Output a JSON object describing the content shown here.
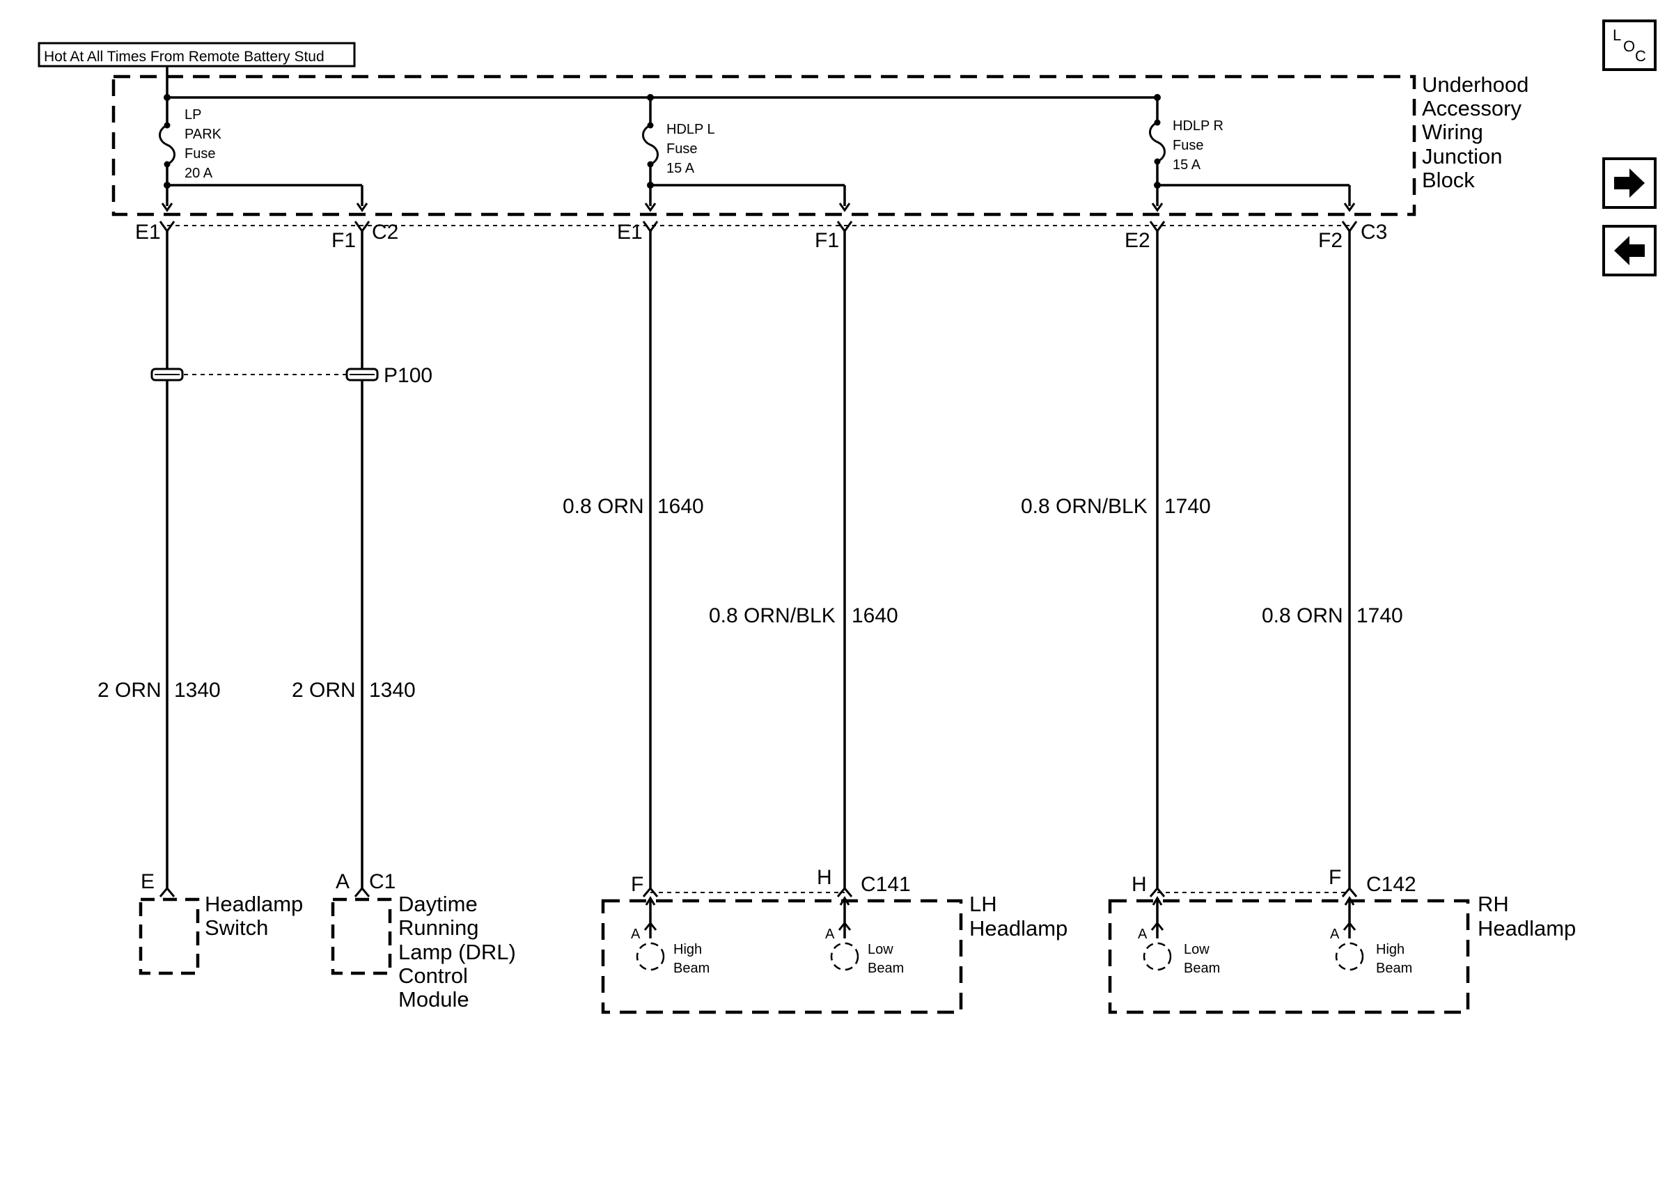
{
  "source_note": "Hot At All Times From Remote Battery Stud",
  "junction_block": {
    "name_lines": [
      "Underhood",
      "Accessory",
      "Wiring",
      "Junction",
      "Block"
    ],
    "fuses": [
      {
        "lines": [
          "LP",
          "PARK",
          "Fuse",
          "20 A"
        ]
      },
      {
        "lines": [
          "HDLP L",
          "Fuse",
          "15 A"
        ]
      },
      {
        "lines": [
          "HDLP R",
          "Fuse",
          "15 A"
        ]
      }
    ],
    "top_pins": {
      "lp_e1": "E1",
      "lp_f1": "F1",
      "c2": "C2",
      "hl_e1": "E1",
      "hl_f1": "F1",
      "hr_e2": "E2",
      "hr_f2": "F2",
      "c3": "C3"
    }
  },
  "splice": {
    "name": "P100"
  },
  "wires": [
    {
      "size_color": "2 ORN",
      "circuit": "1340"
    },
    {
      "size_color": "2 ORN",
      "circuit": "1340"
    },
    {
      "size_color": "0.8 ORN",
      "circuit": "1640"
    },
    {
      "size_color": "0.8 ORN/BLK",
      "circuit": "1640"
    },
    {
      "size_color": "0.8 ORN/BLK",
      "circuit": "1740"
    },
    {
      "size_color": "0.8 ORN",
      "circuit": "1740"
    }
  ],
  "components": {
    "headlamp_switch": {
      "pin": "E",
      "name_lines": [
        "Headlamp",
        "Switch"
      ]
    },
    "drl_module": {
      "pin": "A",
      "connector": "C1",
      "name_lines": [
        "Daytime",
        "Running",
        "Lamp (DRL)",
        "Control",
        "Module"
      ]
    },
    "lh_headlamp": {
      "pin_high": "F",
      "pin_low": "H",
      "connector": "C141",
      "name_lines": [
        "LH",
        "Headlamp"
      ],
      "bulbs": [
        {
          "pin": "A",
          "lines": [
            "High",
            "Beam"
          ]
        },
        {
          "pin": "A",
          "lines": [
            "Low",
            "Beam"
          ]
        }
      ]
    },
    "rh_headlamp": {
      "pin_low": "H",
      "pin_high": "F",
      "connector": "C142",
      "name_lines": [
        "RH",
        "Headlamp"
      ],
      "bulbs": [
        {
          "pin": "A",
          "lines": [
            "Low",
            "Beam"
          ]
        },
        {
          "pin": "A",
          "lines": [
            "High",
            "Beam"
          ]
        }
      ]
    }
  },
  "nav": {
    "loc_letters": {
      "l": "L",
      "o": "O",
      "c": "C"
    },
    "forward_icon": "arrow-right-icon",
    "back_icon": "arrow-left-icon"
  }
}
